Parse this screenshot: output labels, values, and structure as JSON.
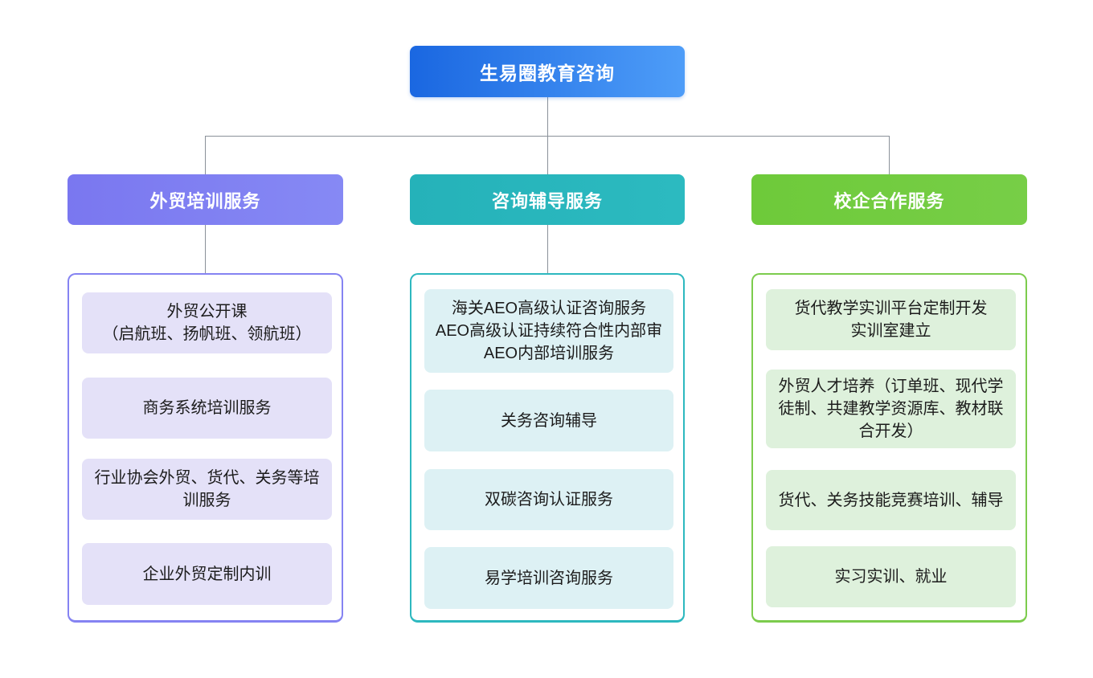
{
  "root": {
    "label": "生易圈教育咨询"
  },
  "branches": [
    {
      "label": "外贸培训服务",
      "accent": "#7d7bf2",
      "item_bg": "#e4e1f8",
      "items": [
        {
          "label": "外贸公开课\n（启航班、扬帆班、领航班）"
        },
        {
          "label": "商务系统培训服务"
        },
        {
          "label": "行业协会外贸、货代、关务等培训服务"
        },
        {
          "label": "企业外贸定制内训"
        }
      ]
    },
    {
      "label": "咨询辅导服务",
      "accent": "#29b5bc",
      "item_bg": "#ddf1f4",
      "items": [
        {
          "label": "海关AEO高级认证咨询服务\nAEO高级认证持续符合性内部审\nAEO内部培训服务"
        },
        {
          "label": "关务咨询辅导"
        },
        {
          "label": "双碳咨询认证服务"
        },
        {
          "label": "易学培训咨询服务"
        }
      ]
    },
    {
      "label": "校企合作服务",
      "accent": "#72cb40",
      "item_bg": "#def1dc",
      "items": [
        {
          "label": "货代教学实训平台定制开发\n实训室建立"
        },
        {
          "label": "外贸人才培养（订单班、现代学徒制、共建教学资源库、教材联合开发）"
        },
        {
          "label": "货代、关务技能竞赛培训、辅导"
        },
        {
          "label": "实习实训、就业"
        }
      ]
    }
  ],
  "colors": {
    "root_gradient_start": "#1a67e1",
    "root_gradient_end": "#4e9df8",
    "connector_line": "#8a9199",
    "background": "#ffffff"
  }
}
